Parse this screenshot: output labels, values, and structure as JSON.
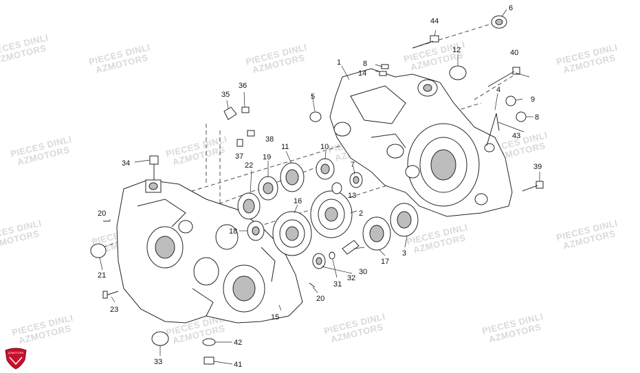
{
  "watermark": {
    "line1": "PIECES DINLI",
    "line2": "AZMOTORS"
  },
  "logo": {
    "name": "azmotors-shield-logo",
    "text": "AZMOTORS",
    "color": "#c8102e"
  },
  "colors": {
    "line": "#222222",
    "part_fill": "#ffffff",
    "shade": "#bdbdbd"
  },
  "callouts": [
    {
      "id": "1",
      "label": "1"
    },
    {
      "id": "2",
      "label": "2"
    },
    {
      "id": "3",
      "label": "3"
    },
    {
      "id": "4",
      "label": "4"
    },
    {
      "id": "6",
      "label": "6"
    },
    {
      "id": "5",
      "label": "5"
    },
    {
      "id": "7",
      "label": "7"
    },
    {
      "id": "8a",
      "label": "8"
    },
    {
      "id": "8b",
      "label": "8"
    },
    {
      "id": "9",
      "label": "9"
    },
    {
      "id": "10",
      "label": "10"
    },
    {
      "id": "11",
      "label": "11"
    },
    {
      "id": "12",
      "label": "12"
    },
    {
      "id": "13",
      "label": "13"
    },
    {
      "id": "14",
      "label": "14"
    },
    {
      "id": "15",
      "label": "15"
    },
    {
      "id": "16",
      "label": "16"
    },
    {
      "id": "17",
      "label": "17"
    },
    {
      "id": "18",
      "label": "18"
    },
    {
      "id": "19",
      "label": "19"
    },
    {
      "id": "20a",
      "label": "20"
    },
    {
      "id": "20b",
      "label": "20"
    },
    {
      "id": "21",
      "label": "21"
    },
    {
      "id": "22",
      "label": "22"
    },
    {
      "id": "23",
      "label": "23"
    },
    {
      "id": "30",
      "label": "30"
    },
    {
      "id": "31",
      "label": "31"
    },
    {
      "id": "32",
      "label": "32"
    },
    {
      "id": "33",
      "label": "33"
    },
    {
      "id": "34",
      "label": "34"
    },
    {
      "id": "35",
      "label": "35"
    },
    {
      "id": "36",
      "label": "36"
    },
    {
      "id": "37",
      "label": "37"
    },
    {
      "id": "38",
      "label": "38"
    },
    {
      "id": "39",
      "label": "39"
    },
    {
      "id": "40",
      "label": "40"
    },
    {
      "id": "41",
      "label": "41"
    },
    {
      "id": "42",
      "label": "42"
    },
    {
      "id": "43",
      "label": "43"
    },
    {
      "id": "44",
      "label": "44"
    }
  ]
}
